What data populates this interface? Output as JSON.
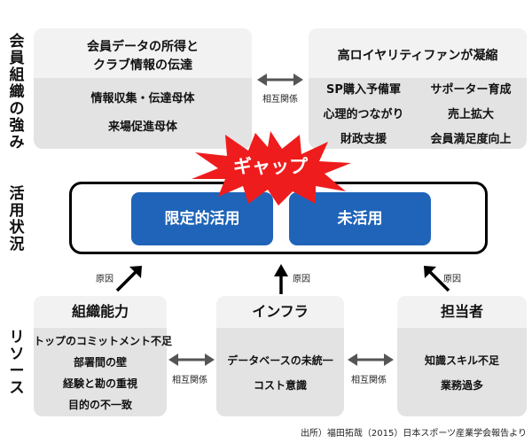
{
  "side_labels": {
    "member_org": "会員組織の強み",
    "usage": "活用状況",
    "resources": "リソース"
  },
  "top_left": {
    "title_line1": "会員データの所得と",
    "title_line2": "クラブ情報の伝達",
    "items": [
      "情報収集・伝達母体",
      "来場促進母体"
    ]
  },
  "top_right": {
    "title": "高ロイヤリティファンが凝縮",
    "items": [
      "SP購入予備軍",
      "サポーター育成",
      "心理的つながり",
      "売上拡大",
      "財政支援",
      "会員満足度向上"
    ]
  },
  "relation_label": "相互関係",
  "gap_label": "ギャップ",
  "usage": {
    "limited": "限定的活用",
    "unused": "未活用"
  },
  "cause_label": "原因",
  "resources": {
    "org": {
      "title": "組織能力",
      "items": [
        "トップのコミットメント不足",
        "部署間の壁",
        "経験と勘の重視",
        "目的の不一致"
      ]
    },
    "infra": {
      "title": "インフラ",
      "items": [
        "データベースの未統一",
        "コスト意識"
      ]
    },
    "staff": {
      "title": "担当者",
      "items": [
        "知識スキル不足",
        "業務過多"
      ]
    }
  },
  "source_note": "出所）福田拓哉（2015）日本スポーツ産業学会報告より",
  "colors": {
    "accent_blue": "#1f64b8",
    "burst_red": "#ee1c1c",
    "card_gray": "#e3e3e3"
  }
}
